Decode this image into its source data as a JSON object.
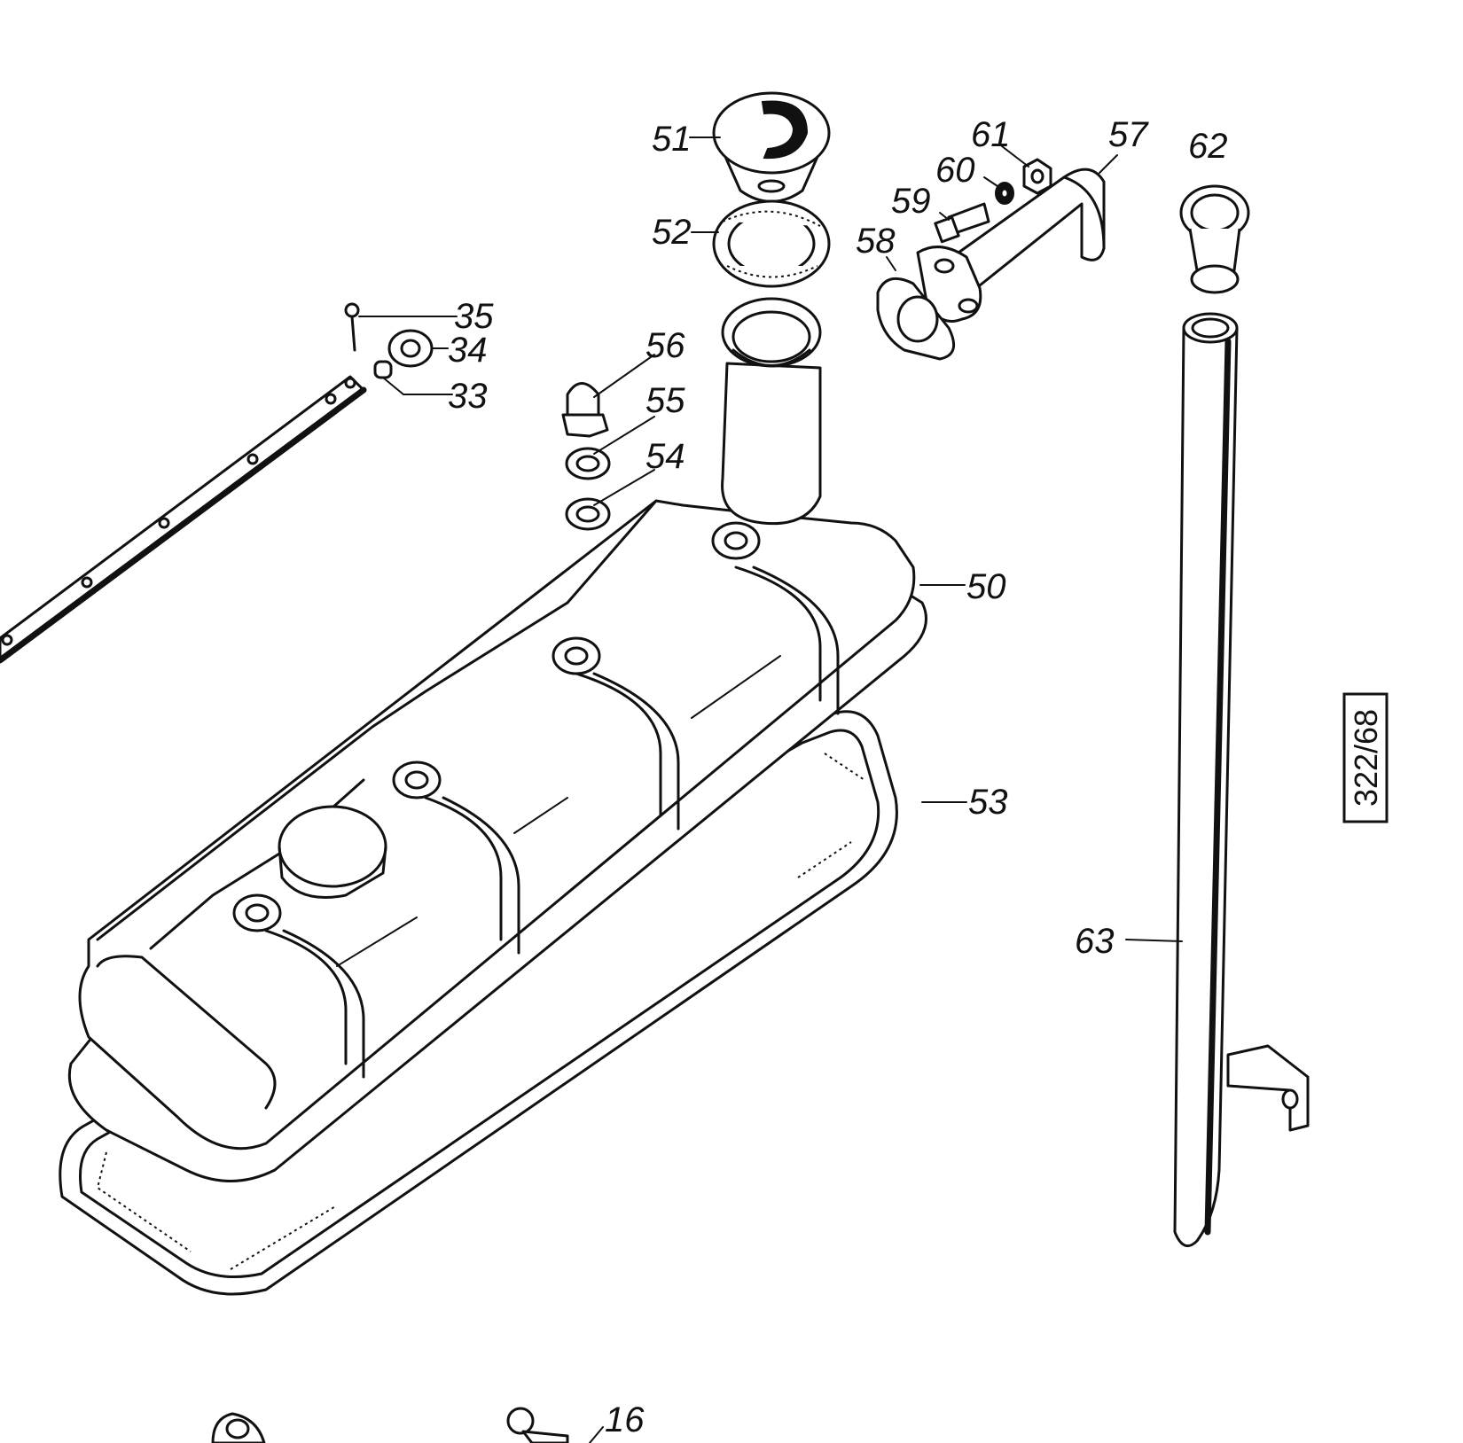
{
  "drawing": {
    "reference_number": "322/68"
  },
  "callouts": [
    {
      "id": "p51",
      "label": "51"
    },
    {
      "id": "p52",
      "label": "52"
    },
    {
      "id": "p61",
      "label": "61"
    },
    {
      "id": "p60",
      "label": "60"
    },
    {
      "id": "p57",
      "label": "57"
    },
    {
      "id": "p62",
      "label": "62"
    },
    {
      "id": "p59",
      "label": "59"
    },
    {
      "id": "p58",
      "label": "58"
    },
    {
      "id": "p35",
      "label": "35"
    },
    {
      "id": "p34",
      "label": "34"
    },
    {
      "id": "p33",
      "label": "33"
    },
    {
      "id": "p56",
      "label": "56"
    },
    {
      "id": "p55",
      "label": "55"
    },
    {
      "id": "p54",
      "label": "54"
    },
    {
      "id": "p50",
      "label": "50"
    },
    {
      "id": "p53",
      "label": "53"
    },
    {
      "id": "p63",
      "label": "63"
    },
    {
      "id": "p16",
      "label": "16"
    }
  ]
}
